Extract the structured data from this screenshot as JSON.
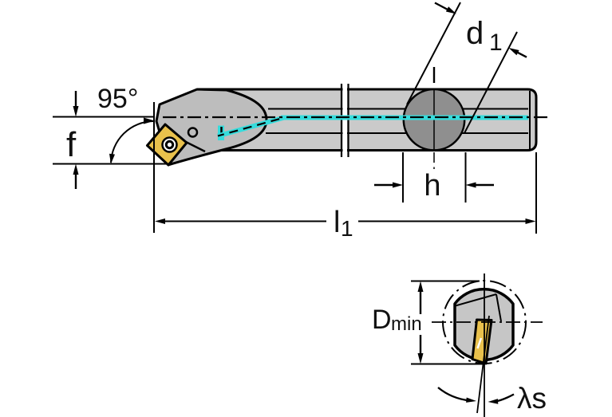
{
  "diagram": {
    "title": "boring-bar-with-indexable-insert-dimension-drawing",
    "labels": {
      "approach_angle": "95°",
      "tip_offset": "f",
      "d1_base": "d",
      "d1_sub": "1",
      "height": "h",
      "l1_base": "l",
      "l1_sub": "1",
      "dmin_base": "D",
      "dmin_sub": "min",
      "inclination": "λs"
    },
    "colors": {
      "shank_gray": "#CACACA",
      "head_gray": "#BDBDBD",
      "section_gray": "#8F8F8F",
      "endview_gray": "#C6C6C6",
      "insert_gold": "#E9C14C",
      "coolant_cyan": "#35DCDC",
      "line_black": "#000000",
      "background": "#FFFFFF"
    }
  }
}
